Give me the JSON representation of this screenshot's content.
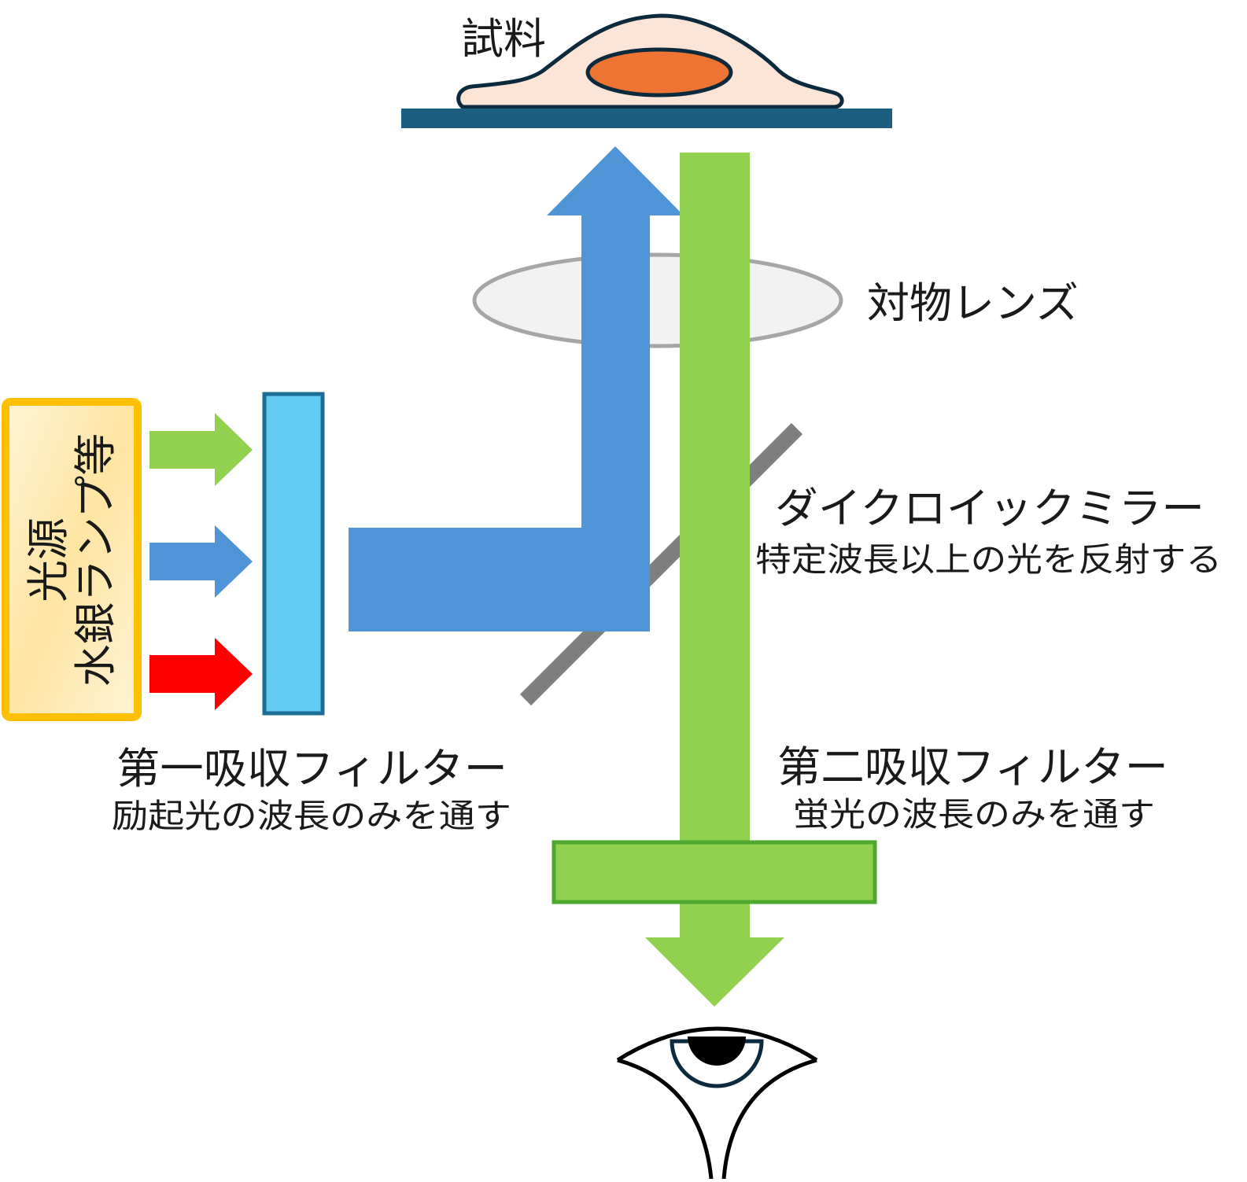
{
  "sample": {
    "label": "試料"
  },
  "objective_lens": {
    "label": "対物レンズ"
  },
  "light_source": {
    "line1": "光源",
    "line2": "水銀ランプ等"
  },
  "dichroic_mirror": {
    "title": "ダイクロイックミラー",
    "description": "特定波長以上の光を反射する"
  },
  "first_filter": {
    "title": "第一吸収フィルター",
    "description": "励起光の波長のみを通す"
  },
  "second_filter": {
    "title": "第二吸収フィルター",
    "description": "蛍光の波長のみを通す"
  },
  "colors": {
    "excitation_blue": "#4F94D7",
    "emission_green": "#92D050",
    "red_light": "#FF0000",
    "filter_cyan": "#62CBF2",
    "stage_navy": "#1B5E80",
    "source_gold": "#FFC000",
    "mirror_gray": "#7F7F7F",
    "cell_body": "#FCE4D6",
    "nucleus": "#ED7433"
  }
}
